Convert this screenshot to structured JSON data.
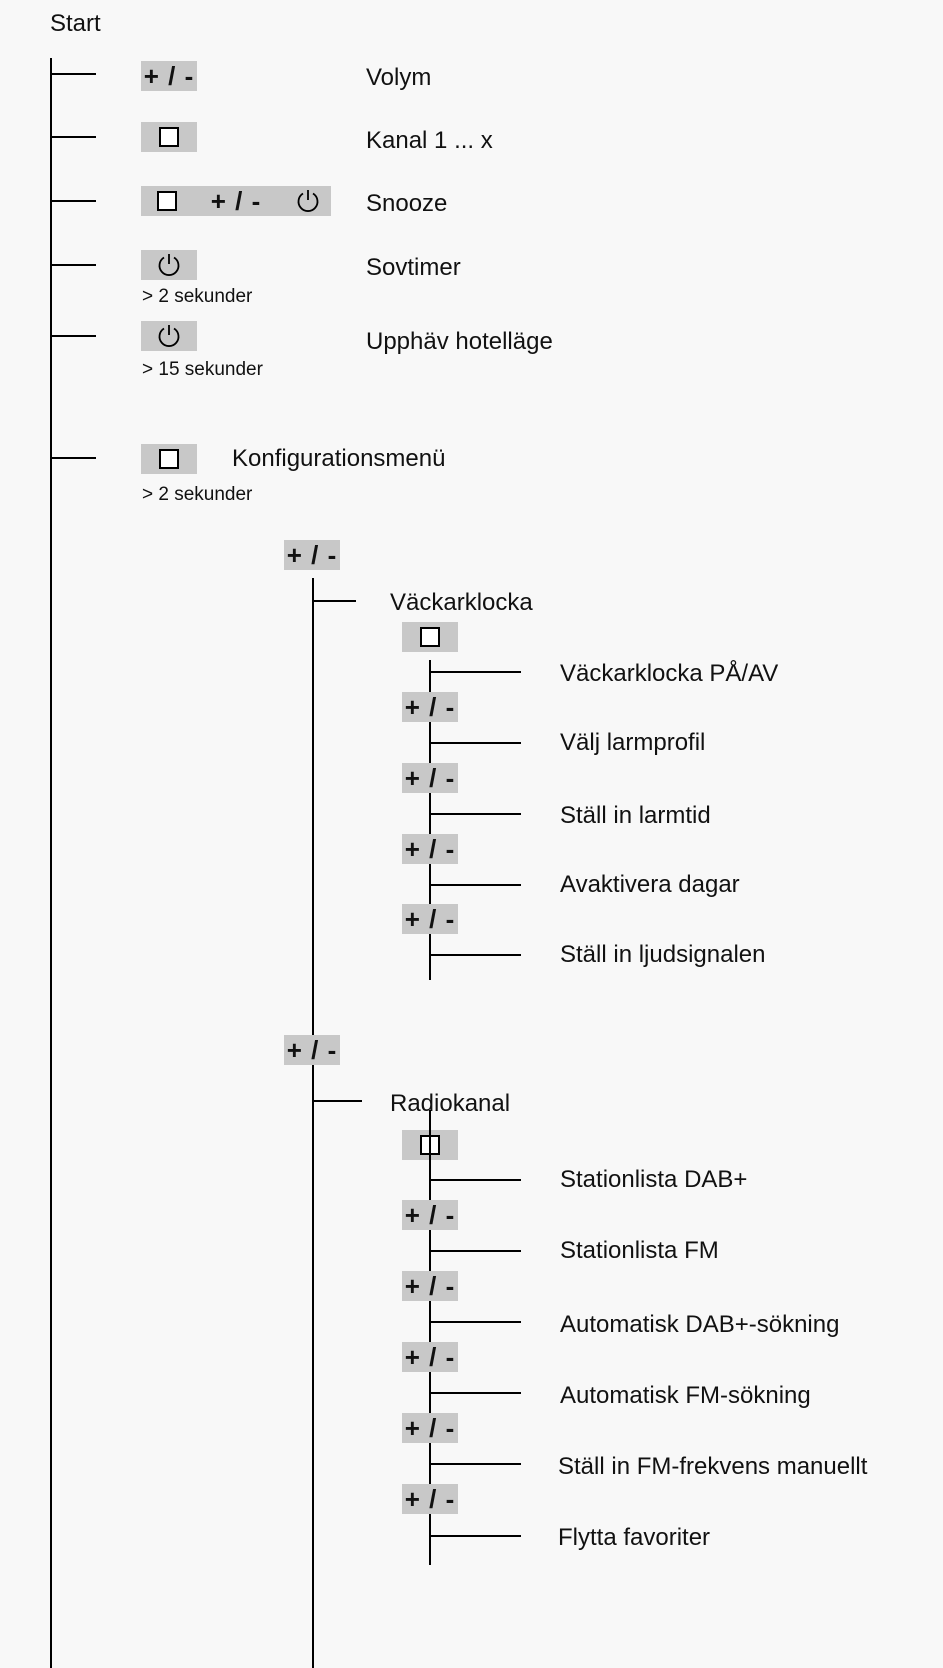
{
  "start": "Start",
  "buttons": {
    "plus_minus": "+ / -"
  },
  "top_items": [
    {
      "label": "Volym"
    },
    {
      "label": "Kanal 1 ... x"
    },
    {
      "label": "Snooze"
    },
    {
      "label": "Sovtimer",
      "note": "> 2 sekunder"
    },
    {
      "label": "Upphäv hotelläge",
      "note": "> 15 sekunder"
    },
    {
      "label": "Konfigurationsmenü",
      "note": "> 2 sekunder"
    }
  ],
  "alarm": {
    "title": "Väckarklocka",
    "items": [
      "Väckarklocka PÅ/AV",
      "Välj larmprofil",
      "Ställ in larmtid",
      "Avaktivera dagar",
      "Ställ in ljudsignalen"
    ]
  },
  "radio": {
    "title": "Radiokanal",
    "items": [
      "Stationlista DAB+",
      "Stationlista FM",
      "Automatisk DAB+-sökning",
      "Automatisk FM-sökning",
      "Ställ in FM-frekvens manuellt",
      "Flytta favoriter"
    ]
  },
  "icons": [
    "square-button-icon",
    "power-icon"
  ]
}
